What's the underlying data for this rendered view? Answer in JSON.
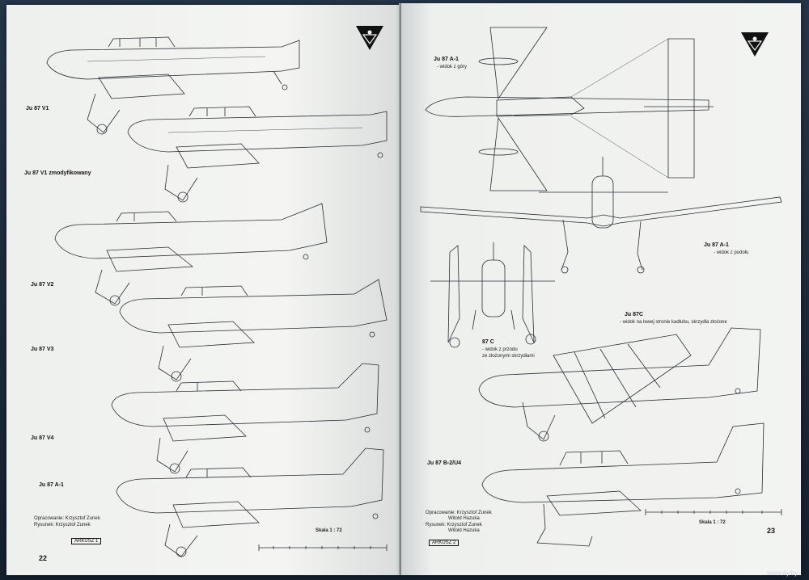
{
  "left_page": {
    "labels": [
      "Ju 87 V1",
      "Ju 87 V1 zmodyfikowany",
      "Ju 87 V2",
      "Ju 87 V3",
      "Ju 87 V4",
      "Ju 87 A-1"
    ],
    "credits": [
      "Opracowanie: Krzysztof Zunek",
      "Rysunek: Krzysztof Zunek"
    ],
    "sheet": "ARKUSZ 1",
    "scale": "Skala 1 : 72",
    "page_number": "22"
  },
  "right_page": {
    "top_label": "Ju 87 A-1",
    "top_sub": "- widok z góry",
    "bottom_view_label": "Ju 87 A-1",
    "bottom_view_sub": "- widok z podołu",
    "c_label": "Ju 87C",
    "c_sub": "- widok na lewej stronie kadłubu, skrzydła złożone",
    "c2_label": "87 C",
    "c2_sub1": "- widok z przodu",
    "c2_sub2": "ze złożonymi skrzydłami",
    "b2_label": "Ju 87 B-2/U4",
    "credits": [
      "Opracowanie: Krzysztof Zunek",
      "Witold Hazuka",
      "Rysunek: Krzysztof Zunek",
      "Witold Hazuka"
    ],
    "sheet": "ARKUSZ 2",
    "scale": "Skala 1 : 72",
    "page_number": "23"
  },
  "watermark": "www.ay.by"
}
